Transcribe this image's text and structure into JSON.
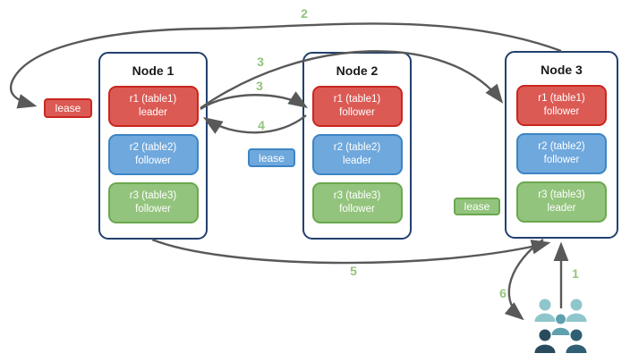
{
  "nodes": [
    {
      "title": "Node 1",
      "replicas": [
        {
          "name": "r1 (table1)",
          "role": "leader",
          "color": "red"
        },
        {
          "name": "r2 (table2)",
          "role": "follower",
          "color": "blue"
        },
        {
          "name": "r3 (table3)",
          "role": "follower",
          "color": "green"
        }
      ]
    },
    {
      "title": "Node 2",
      "replicas": [
        {
          "name": "r1 (table1)",
          "role": "follower",
          "color": "red"
        },
        {
          "name": "r2 (table2)",
          "role": "leader",
          "color": "blue"
        },
        {
          "name": "r3 (table3)",
          "role": "follower",
          "color": "green"
        }
      ]
    },
    {
      "title": "Node 3",
      "replicas": [
        {
          "name": "r1 (table1)",
          "role": "follower",
          "color": "red"
        },
        {
          "name": "r2 (table2)",
          "role": "follower",
          "color": "blue"
        },
        {
          "name": "r3 (table3)",
          "role": "leader",
          "color": "green"
        }
      ]
    }
  ],
  "leases": [
    {
      "label": "lease",
      "color": "red"
    },
    {
      "label": "lease",
      "color": "blue"
    },
    {
      "label": "lease",
      "color": "green"
    }
  ],
  "arrows": [
    {
      "label": "1"
    },
    {
      "label": "2"
    },
    {
      "label": "3"
    },
    {
      "label": "3"
    },
    {
      "label": "4"
    },
    {
      "label": "5"
    },
    {
      "label": "6"
    }
  ],
  "icons": [
    {
      "name": "users-group-icon"
    }
  ],
  "colors": {
    "replica_red_fill": "#dc5a54",
    "replica_red_border": "#c9271e",
    "replica_blue_fill": "#6fa8dc",
    "replica_blue_border": "#3d85c6",
    "replica_green_fill": "#93c47d",
    "replica_green_border": "#6aa84f",
    "node_border": "#22406e",
    "arrow": "#595959",
    "arrow_label": "#93c47d",
    "users_light_teal": "#8ec6cb",
    "users_mid_teal": "#5fa0ae",
    "users_dark_navy": "#2a4b5e",
    "users_dark_slate": "#2f5f73"
  }
}
